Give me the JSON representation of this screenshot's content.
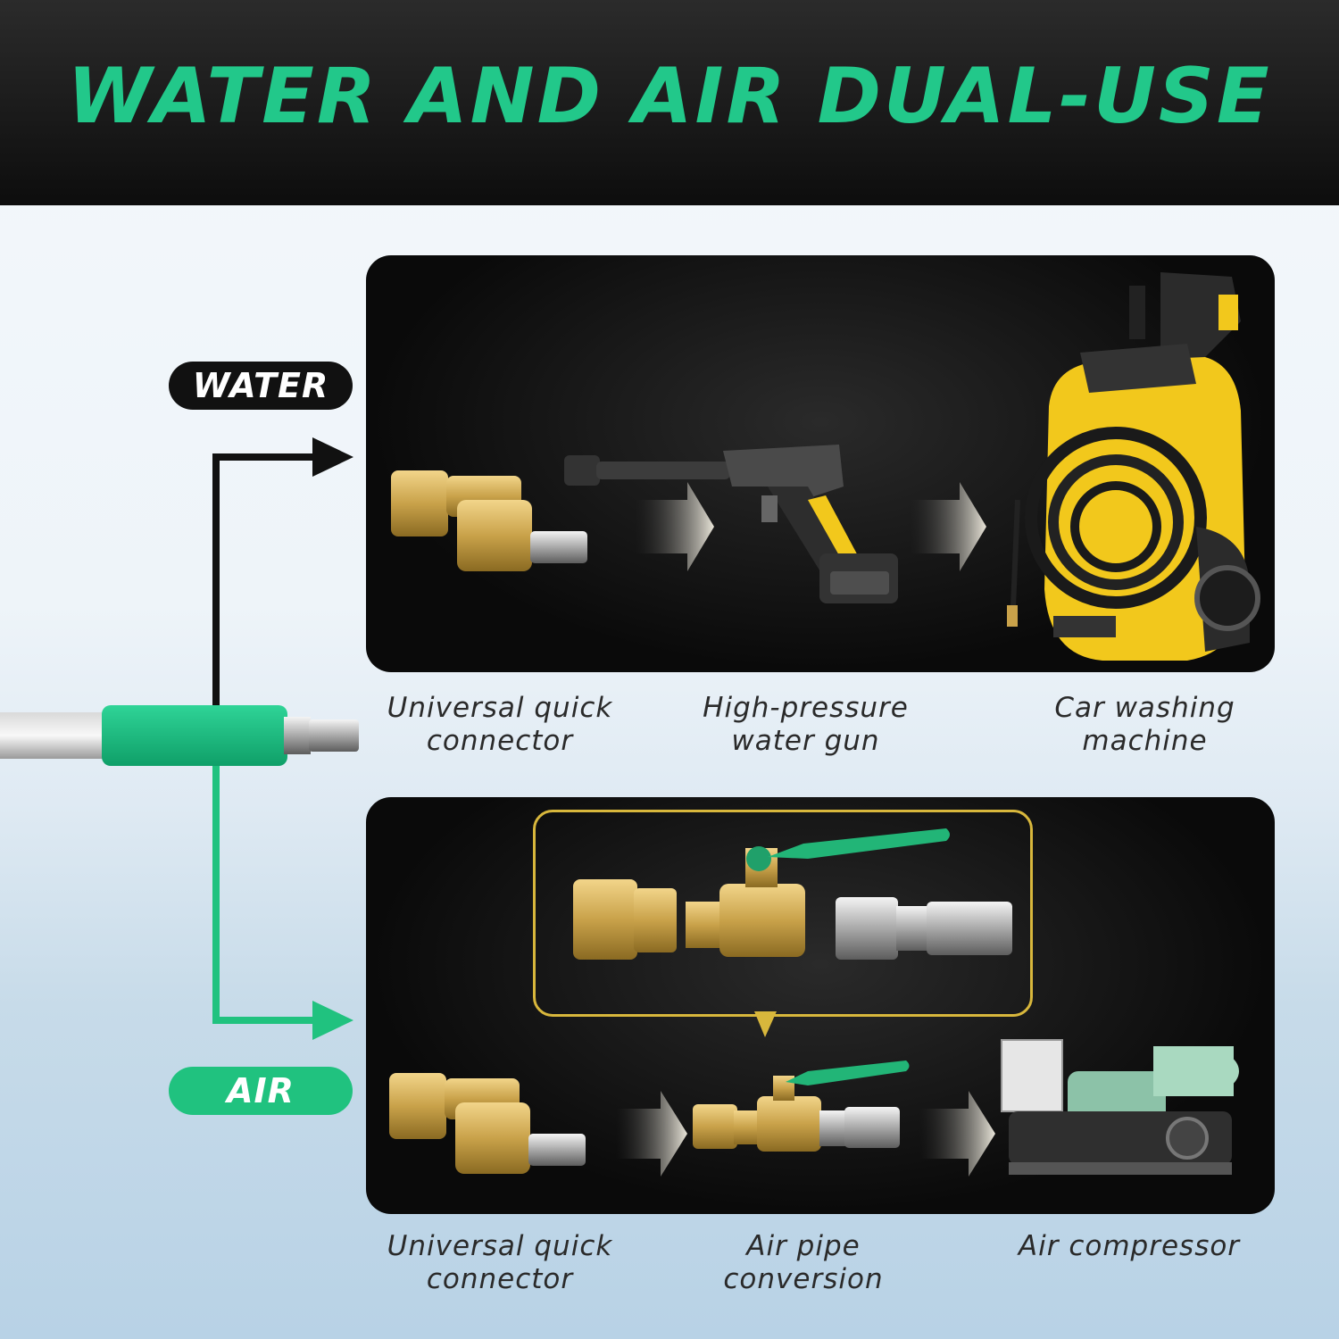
{
  "banner": {
    "title": "WATER AND AIR DUAL-USE"
  },
  "labels": {
    "water": "WATER",
    "air": "AIR"
  },
  "water_row": {
    "captions": [
      {
        "line1": "Universal quick",
        "line2": "connector"
      },
      {
        "line1": "High-pressure",
        "line2": "water gun"
      },
      {
        "line1": "Car washing",
        "line2": "machine"
      }
    ]
  },
  "air_row": {
    "captions": [
      {
        "line1": "Universal quick",
        "line2": "connector"
      },
      {
        "line1": "Air pipe",
        "line2": "conversion"
      },
      {
        "line1": "Air compressor",
        "line2": ""
      }
    ]
  },
  "colors": {
    "accent_green": "#22c88a",
    "banner_black": "#111111",
    "zoom_frame_gold": "#d8b73c",
    "brass": "#c9a24a",
    "washer_yellow": "#f2c81c"
  },
  "icons": [
    "arrow-right-icon",
    "brass-connector-icon",
    "pressure-gun-icon",
    "car-washer-icon",
    "ball-valve-icon",
    "air-compressor-icon"
  ]
}
